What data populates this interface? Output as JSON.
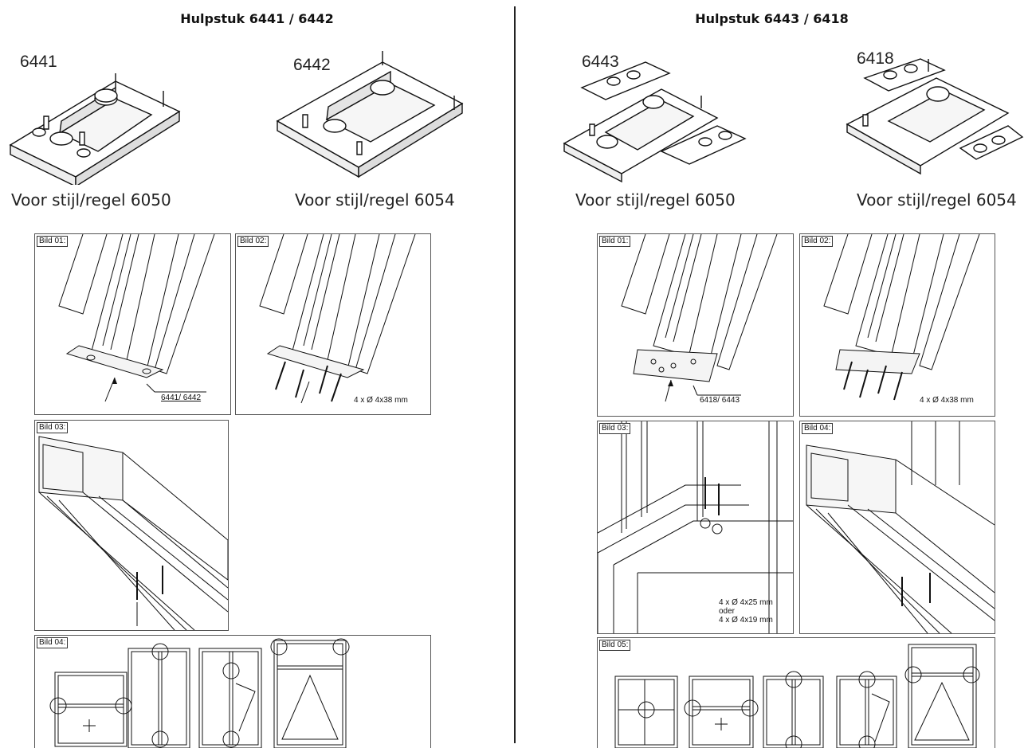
{
  "left": {
    "title": "Hulpstuk 6441 / 6442",
    "parts": [
      {
        "code": "6441",
        "caption": "Voor stijl/regel 6050"
      },
      {
        "code": "6442",
        "caption": "Voor stijl/regel 6054"
      }
    ],
    "panels": {
      "p1": {
        "label": "Bild 01:",
        "note": "6441/ 6442"
      },
      "p2": {
        "label": "Bild 02:",
        "note": "4 x Ø 4x38 mm"
      },
      "p3": {
        "label": "Bild 03:"
      },
      "p4": {
        "label": "Bild 04:"
      }
    }
  },
  "right": {
    "title": "Hulpstuk 6443 / 6418",
    "parts": [
      {
        "code": "6443",
        "caption": "Voor stijl/regel 6050"
      },
      {
        "code": "6418",
        "caption": "Voor stijl/regel 6054"
      }
    ],
    "panels": {
      "p1": {
        "label": "Bild 01:",
        "note": "6418/ 6443"
      },
      "p2": {
        "label": "Bild 02:",
        "note": "4 x Ø 4x38 mm"
      },
      "p3": {
        "label": "Bild 03:",
        "note_lines": [
          "4 x Ø 4x25 mm",
          "oder",
          "4 x Ø 4x19 mm"
        ]
      },
      "p4": {
        "label": "Bild 04:"
      },
      "p5": {
        "label": "Bild 05:"
      }
    }
  },
  "icons": [
    "connector-part-icon",
    "profile-drawing",
    "screw-icon",
    "window-frame-icon"
  ]
}
